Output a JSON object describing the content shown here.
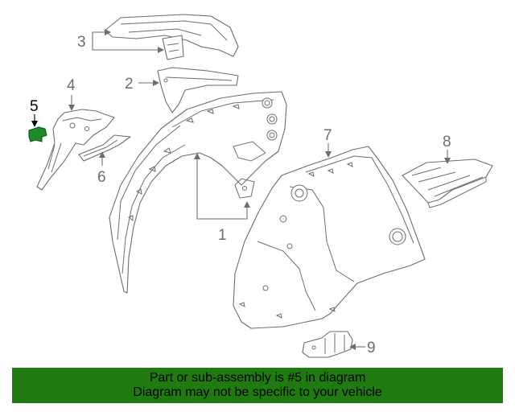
{
  "callouts": {
    "c1": "1",
    "c2": "2",
    "c3": "3",
    "c4": "4",
    "c5": "5",
    "c6": "6",
    "c7": "7",
    "c8": "8",
    "c9": "9"
  },
  "highlight_color": "#1f7a10",
  "banner": {
    "line1": "Part or sub-assembly is #5 in diagram",
    "line2": "Diagram may not be specific to your vehicle"
  }
}
